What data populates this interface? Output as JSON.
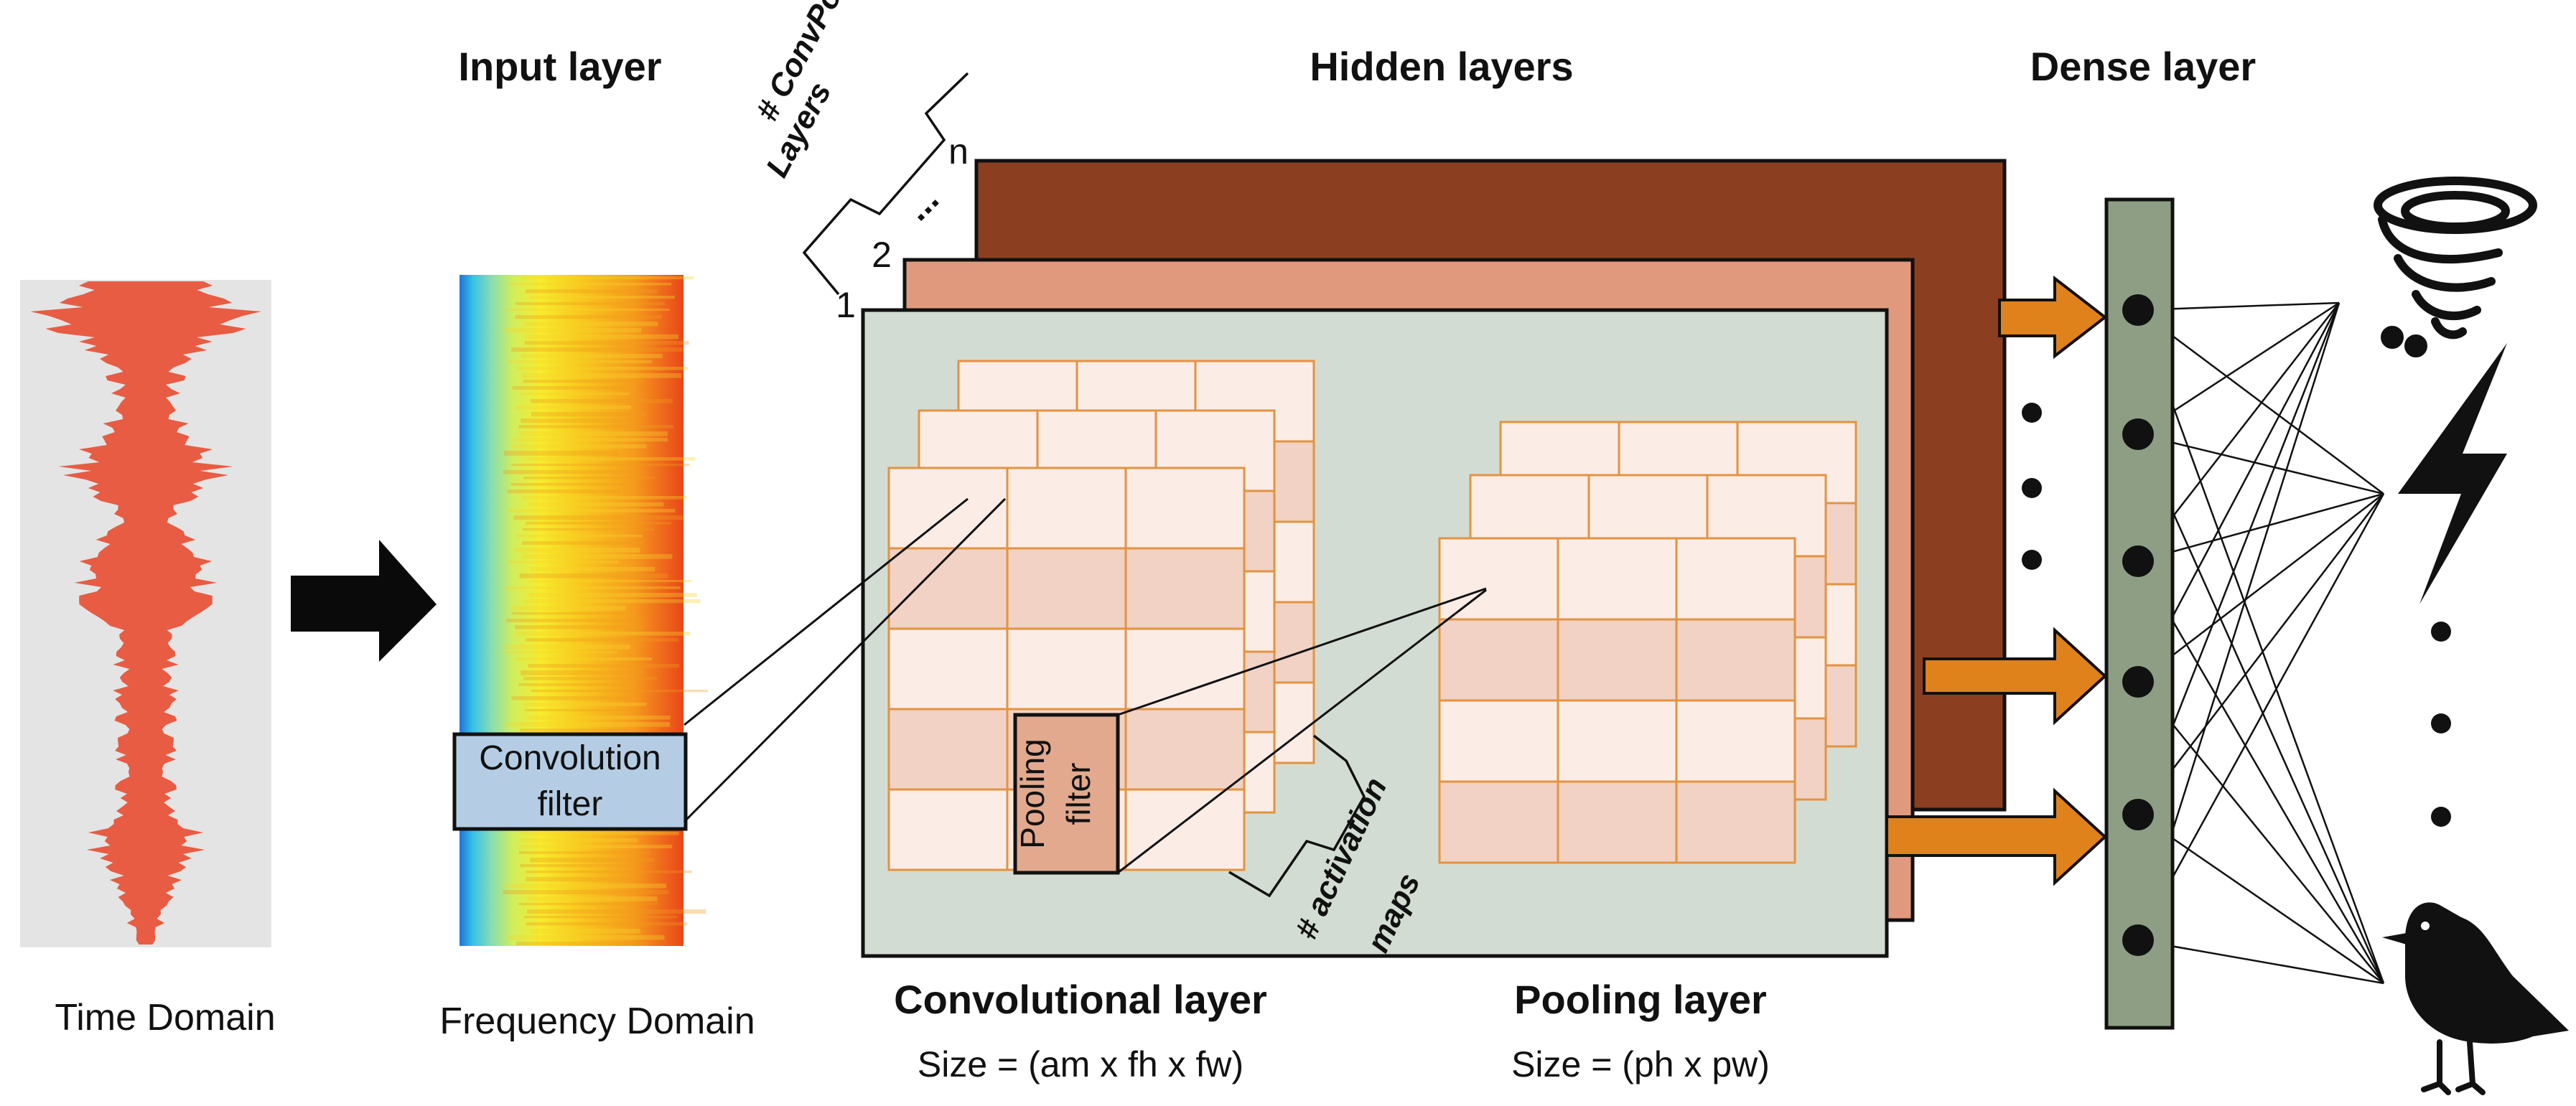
{
  "titles": {
    "input": "Input layer",
    "hidden": "Hidden layers",
    "dense": "Dense layer"
  },
  "captions": {
    "time": "Time Domain",
    "frequency": "Frequency Domain",
    "conv_title": "Convolutional layer",
    "conv_size": "Size = (am x fh x fw)",
    "pool_title": "Pooling layer",
    "pool_size": "Size = (ph x pw)"
  },
  "convpool": {
    "label_line1": "# ConvPool",
    "label_line2": "Layers",
    "index_1": "1",
    "index_2": "2",
    "index_dots": "...",
    "index_n": "n"
  },
  "filters": {
    "conv_line1": "Convolution",
    "conv_line2": "filter",
    "pool_line1": "Pooling",
    "pool_line2": "filter"
  },
  "activation": {
    "line1": "# activation",
    "line2": "maps"
  },
  "output_icons": [
    "tornado-icon",
    "lightning-icon",
    "bird-icon"
  ],
  "colors": {
    "waveform": "#e8543a",
    "panel_gray": "#d3dcd2",
    "back_brown": "#8b3f20",
    "mid_salmon": "#e1997e",
    "arrow_orange": "#e0821c",
    "dense_green": "#8e9e84",
    "filter_blue": "#b4cde4",
    "pool_filter": "#e2a98e",
    "grid_orange": "#e39340",
    "cell_light": "#fbece6",
    "cell_dark": "#f1d2c5"
  }
}
